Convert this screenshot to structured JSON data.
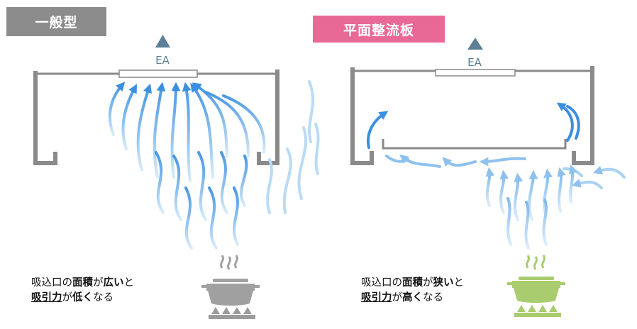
{
  "panels": {
    "left": {
      "label": "一般型",
      "ea_label": "EA",
      "caption_line1": {
        "p1": "吸込口の",
        "b1": "面積",
        "p2": "が",
        "b2": "広い",
        "p3": "と"
      },
      "caption_line2": {
        "b1": "吸引力",
        "p1": "が",
        "b2": "低く",
        "p2": "なる"
      }
    },
    "right": {
      "label": "平面整流板",
      "ea_label": "EA",
      "caption_line1": {
        "p1": "吸込口の",
        "b1": "面積",
        "p2": "が",
        "b2": "狭い",
        "p3": "と"
      },
      "caption_line2": {
        "b1": "吸引力",
        "p1": "が",
        "b2": "高く",
        "p2": "なる"
      }
    }
  },
  "colors": {
    "left_label_bg": "#8c8c8c",
    "right_label_bg": "#e96996",
    "hood_wall": "#8a8a8a",
    "arrow_blue": "#3b8fe0",
    "arrow_light": "#a9d2f3",
    "pot_left": "#a0a0a0",
    "pot_right": "#a8cc6e",
    "flame_left": "#9b9b9b",
    "flame_right": "#a8cc6e"
  }
}
